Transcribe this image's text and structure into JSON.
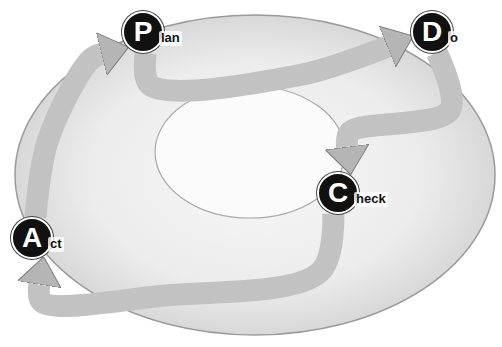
{
  "diagram": {
    "nodes": [
      {
        "text": [
          "P",
          "lan"
        ]
      },
      {
        "text": [
          "D",
          "o"
        ]
      },
      {
        "text": [
          "C",
          "heck"
        ]
      },
      {
        "text": [
          "A",
          "ct"
        ]
      }
    ],
    "edges": [
      {
        "from": 0,
        "to": 1,
        "arrow": "to"
      },
      {
        "from": 1,
        "to": 2,
        "arrow": "to"
      },
      {
        "from": 2,
        "to": 3,
        "arrow": "to"
      },
      {
        "from": 3,
        "to": 0,
        "arrow": "to"
      }
    ]
  }
}
